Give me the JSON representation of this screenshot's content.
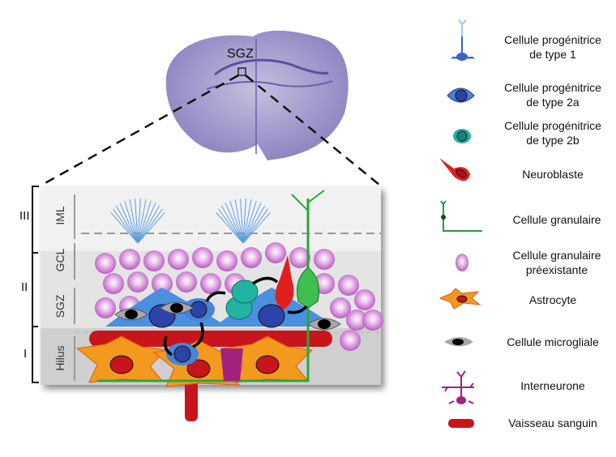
{
  "brain": {
    "region_label": "SGZ"
  },
  "zones": {
    "iii": "III",
    "ii": "II",
    "i": "I"
  },
  "layers": {
    "iml": "IML",
    "gcl": "GCL",
    "sgz": "SGZ",
    "hilus": "Hilus"
  },
  "legend": [
    {
      "icon": "type1-progenitor-icon",
      "line1": "Cellule progénitrice",
      "line2": "de type 1"
    },
    {
      "icon": "type2a-progenitor-icon",
      "line1": "Cellule progénitrice",
      "line2": "de type 2a"
    },
    {
      "icon": "type2b-progenitor-icon",
      "line1": "Cellule progénitrice",
      "line2": "de type 2b"
    },
    {
      "icon": "neuroblast-icon",
      "line1": "Neuroblaste",
      "line2": ""
    },
    {
      "icon": "granule-cell-icon",
      "line1": "Cellule granulaire",
      "line2": ""
    },
    {
      "icon": "preexisting-granule-cell-icon",
      "line1": "Cellule granulaire",
      "line2": "préexistante"
    },
    {
      "icon": "astrocyte-icon",
      "line1": "Astrocyte",
      "line2": ""
    },
    {
      "icon": "microglia-icon",
      "line1": "Cellule microgliale",
      "line2": ""
    },
    {
      "icon": "interneuron-icon",
      "line1": "Interneurone",
      "line2": ""
    },
    {
      "icon": "blood-vessel-icon",
      "line1": "Vaisseau sanguin",
      "line2": ""
    }
  ],
  "colors": {
    "type1": "#3a63c9",
    "type2a": "#3f6fd0",
    "type2b": "#1fa99a",
    "neuroblast": "#e0201e",
    "granule": "#2aa83a",
    "preexisting": "#d79be0",
    "astrocyte": "#f39a1e",
    "microglia": "#9a9a9a",
    "interneuron": "#a3207f",
    "vessel": "#c8151b"
  }
}
